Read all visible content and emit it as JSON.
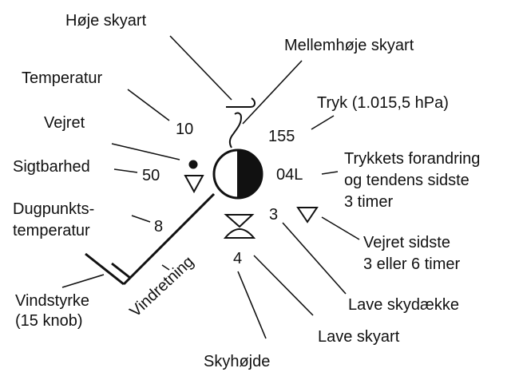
{
  "labels": {
    "hoeje_skyart": "Høje skyart",
    "mellemhoeje_skyart": "Mellemhøje skyart",
    "temperatur": "Temperatur",
    "tryk": "Tryk (1.015,5 hPa)",
    "vejret": "Vejret",
    "sigtbarhed": "Sigtbarhed",
    "trykkets_forandring": [
      "Trykkets forandring",
      "og tendens sidste",
      "3 timer"
    ],
    "dugpunkt": [
      "Dugpunkts-",
      "temperatur"
    ],
    "vejret_sidste": [
      "Vejret sidste",
      "3 eller 6 timer"
    ],
    "vindretning": "Vindretning",
    "vindstyrke": [
      "Vindstyrke",
      "(15 knob)"
    ],
    "lave_skydaekke": "Lave skydække",
    "lave_skyart": "Lave skyart",
    "skyhoejde": "Skyhøjde"
  },
  "values": {
    "temperatur": "10",
    "tryk": "155",
    "sigtbarhed": "50",
    "tendens": "04L",
    "dugpunkt": "8",
    "lave_skydaekke": "3",
    "skyhoejde": "4"
  },
  "colors": {
    "ink": "#111111",
    "background": "#ffffff"
  }
}
